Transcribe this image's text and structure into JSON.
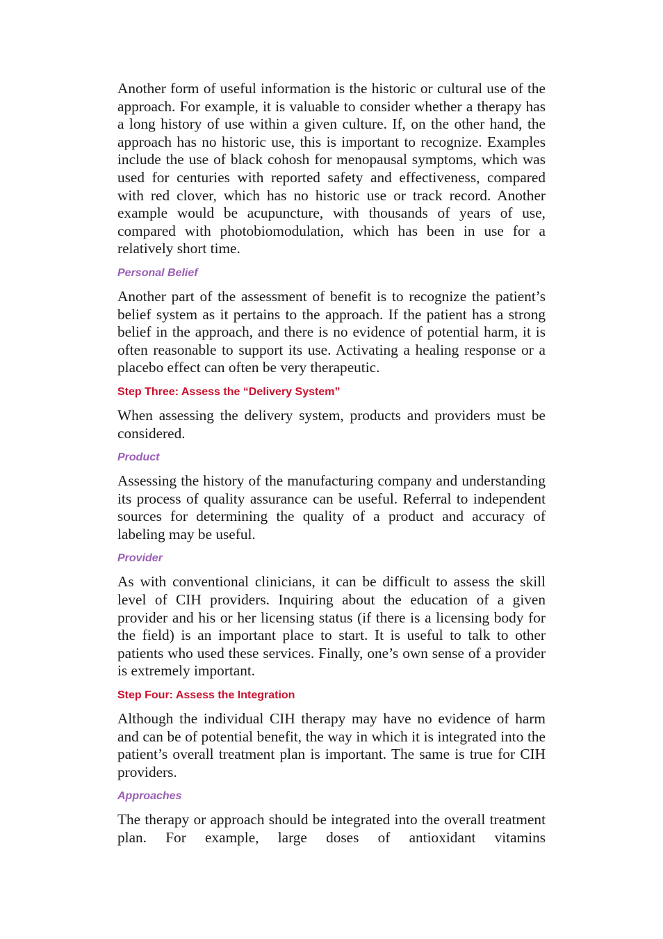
{
  "content": {
    "p1": "Another form of useful information is the historic or cultural use of the approach. For example, it is valuable to consider whether a therapy has a long history of use within a given culture. If, on the other hand, the approach has no historic use, this is important to recognize. Examples include the use of black cohosh for menopausal symptoms, which was used for centuries with reported safety and effectiveness, compared with red clover, which has no historic use or track record. Another example would be acupuncture, with thousands of years of use, compared with photobiomodulation, which has been in use for a relatively short time.",
    "h_personal_belief": "Personal Belief",
    "p2": "Another part of the assessment of benefit is to recognize the patient’s belief system as it pertains to the approach. If the patient has a strong belief in the approach, and there is no evidence of potential harm, it is often reasonable to support its use. Activating a healing response or a placebo effect can often be very therapeutic.",
    "h_step_three": "Step Three: Assess the “Delivery System”",
    "p3": "When assessing the delivery system, products and providers must be considered.",
    "h_product": "Product",
    "p4": "Assessing the history of the manufacturing company and understanding its process of quality assurance can be useful. Referral to independent sources for determining the quality of a product and accuracy of labeling may be useful.",
    "h_provider": "Provider",
    "p5": "As with conventional clinicians, it can be difficult to assess the skill level of CIH providers. Inquiring about the education of a given provider and his or her licensing status (if there is a licensing body for the field) is an important place to start. It is useful to talk to other patients who used these services. Finally, one’s own sense of a provider is extremely important.",
    "h_step_four": "Step Four: Assess the Integration",
    "p6": "Although the individual CIH therapy may have no evidence of harm and can be of potential benefit, the way in which it is integrated into the patient’s overall treatment plan is important. The same is true for CIH providers.",
    "h_approaches": "Approaches",
    "p7": "The therapy or approach should be integrated into the overall treatment plan. For example, large doses of antioxidant vitamins"
  },
  "colors": {
    "subheading": "#9a5fb5",
    "step_heading": "#c8102e",
    "body_text": "#1a1a1a"
  }
}
